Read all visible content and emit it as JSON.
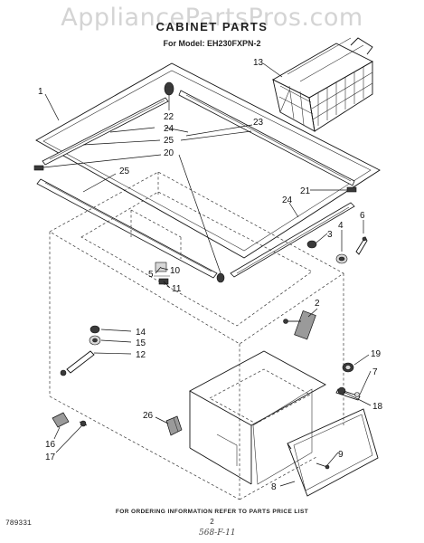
{
  "watermark": "AppliancePartsPros.com",
  "header": {
    "title": "CABINET PARTS",
    "model_line": "For Model: EH230FXPN-2"
  },
  "callouts": [
    {
      "id": "c1",
      "label": "1"
    },
    {
      "id": "c13",
      "label": "13"
    },
    {
      "id": "c22",
      "label": "22"
    },
    {
      "id": "c24a",
      "label": "24"
    },
    {
      "id": "c23",
      "label": "23"
    },
    {
      "id": "c25a",
      "label": "25"
    },
    {
      "id": "c20",
      "label": "20"
    },
    {
      "id": "c25b",
      "label": "25"
    },
    {
      "id": "c21",
      "label": "21"
    },
    {
      "id": "c24b",
      "label": "24"
    },
    {
      "id": "c4",
      "label": "4"
    },
    {
      "id": "c6",
      "label": "6"
    },
    {
      "id": "c3",
      "label": "3"
    },
    {
      "id": "c5",
      "label": "5"
    },
    {
      "id": "c10",
      "label": "10"
    },
    {
      "id": "c11",
      "label": "11"
    },
    {
      "id": "c2",
      "label": "2"
    },
    {
      "id": "c14",
      "label": "14"
    },
    {
      "id": "c15",
      "label": "15"
    },
    {
      "id": "c12",
      "label": "12"
    },
    {
      "id": "c19",
      "label": "19"
    },
    {
      "id": "c7",
      "label": "7"
    },
    {
      "id": "c18",
      "label": "18"
    },
    {
      "id": "c26",
      "label": "26"
    },
    {
      "id": "c16",
      "label": "16"
    },
    {
      "id": "c17",
      "label": "17"
    },
    {
      "id": "c9",
      "label": "9"
    },
    {
      "id": "c8",
      "label": "8"
    }
  ],
  "footer": {
    "ordering_note": "FOR ORDERING INFORMATION REFER TO PARTS PRICE LIST",
    "doc_number": "789331",
    "page_number": "2",
    "handwritten_note": "568-F-11"
  }
}
